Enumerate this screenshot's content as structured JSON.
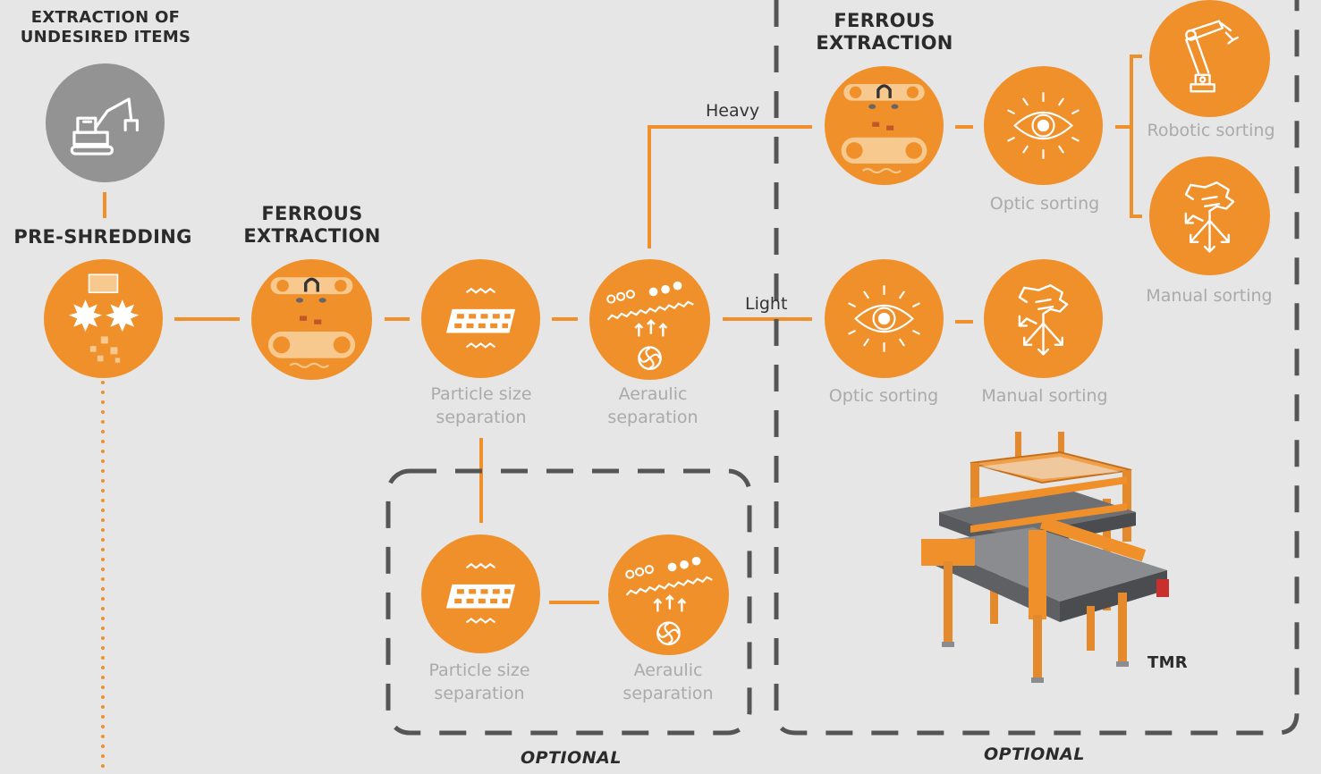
{
  "colors": {
    "accent": "#f0902a",
    "grey_node": "#939393",
    "caption": "#aaaaaa",
    "background": "#e6e6e6"
  },
  "headings": {
    "undesired": "EXTRACTION OF\nUNDESIRED ITEMS",
    "preshredding": "PRE-SHREDDING",
    "ferrous1": "FERROUS\nEXTRACTION",
    "ferrous2": "FERROUS\nEXTRACTION"
  },
  "captions": {
    "particle1": "Particle size\nseparation",
    "aeraulic1": "Aeraulic\nseparation",
    "particle2": "Particle size\nseparation",
    "aeraulic2": "Aeraulic\nseparation",
    "optic_heavy": "Optic sorting",
    "robotic": "Robotic sorting",
    "manual_heavy": "Manual sorting",
    "optic_light": "Optic sorting",
    "manual_light": "Manual sorting"
  },
  "flow_labels": {
    "heavy": "Heavy",
    "light": "Light"
  },
  "machine_label": "TMR",
  "optional_labels": {
    "left": "OPTIONAL",
    "right": "OPTIONAL"
  },
  "icons": {
    "undesired": "excavator-icon",
    "preshredding": "shredder-icon",
    "ferrous": "magnetic-conveyor-icon",
    "particle": "sieve-icon",
    "aeraulic": "air-separator-icon",
    "optic": "eye-icon",
    "robotic": "robot-arm-icon",
    "manual": "hand-sorting-icon"
  }
}
